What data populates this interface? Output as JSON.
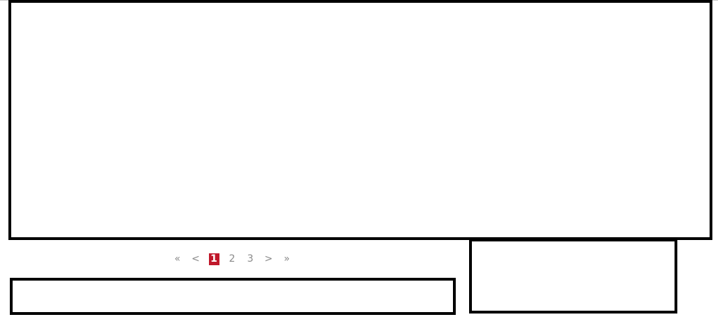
{
  "pagination": {
    "first": "«",
    "prev": "<",
    "pages": [
      "1",
      "2",
      "3"
    ],
    "current_page": "1",
    "next": ">",
    "last": "»"
  },
  "colors": {
    "active_page_bg": "#c0182b",
    "inactive_text": "#8a8a8a",
    "border": "#000000"
  }
}
